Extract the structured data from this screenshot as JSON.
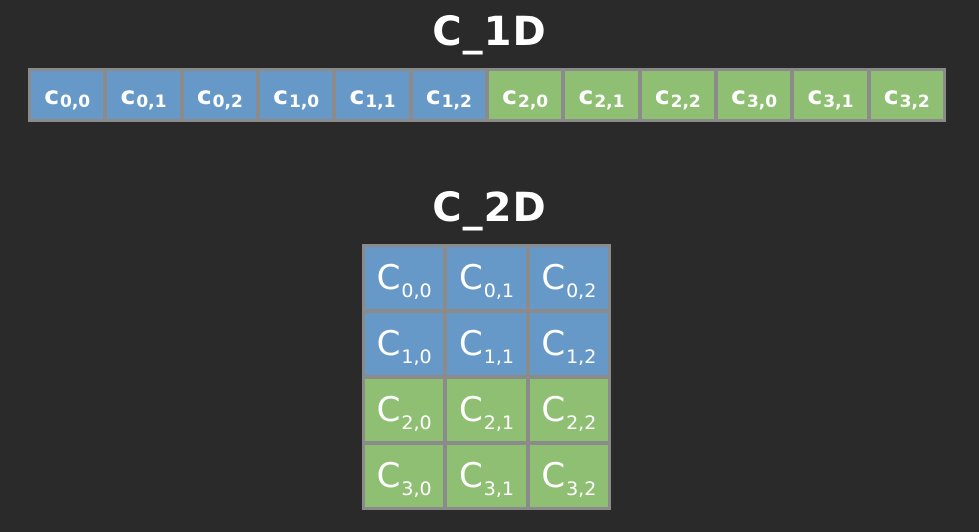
{
  "c1d": {
    "title": "C_1D",
    "cells": [
      {
        "letter": "c",
        "sub": "0,0"
      },
      {
        "letter": "c",
        "sub": "0,1"
      },
      {
        "letter": "c",
        "sub": "0,2"
      },
      {
        "letter": "c",
        "sub": "1,0"
      },
      {
        "letter": "c",
        "sub": "1,1"
      },
      {
        "letter": "c",
        "sub": "1,2"
      },
      {
        "letter": "c",
        "sub": "2,0"
      },
      {
        "letter": "c",
        "sub": "2,1"
      },
      {
        "letter": "c",
        "sub": "2,2"
      },
      {
        "letter": "c",
        "sub": "3,0"
      },
      {
        "letter": "c",
        "sub": "3,1"
      },
      {
        "letter": "c",
        "sub": "3,2"
      }
    ]
  },
  "c2d": {
    "title": "C_2D",
    "rows": [
      [
        {
          "letter": "C",
          "sub": "0,0"
        },
        {
          "letter": "C",
          "sub": "0,1"
        },
        {
          "letter": "C",
          "sub": "0,2"
        }
      ],
      [
        {
          "letter": "C",
          "sub": "1,0"
        },
        {
          "letter": "C",
          "sub": "1,1"
        },
        {
          "letter": "C",
          "sub": "1,2"
        }
      ],
      [
        {
          "letter": "C",
          "sub": "2,0"
        },
        {
          "letter": "C",
          "sub": "2,1"
        },
        {
          "letter": "C",
          "sub": "2,2"
        }
      ],
      [
        {
          "letter": "C",
          "sub": "3,0"
        },
        {
          "letter": "C",
          "sub": "3,1"
        },
        {
          "letter": "C",
          "sub": "3,2"
        }
      ]
    ]
  },
  "colors": {
    "background": "#2b2a2a",
    "border": "#8b8b8b",
    "blue": "#6699c8",
    "green": "#8fbf73",
    "text": "#ffffff"
  }
}
